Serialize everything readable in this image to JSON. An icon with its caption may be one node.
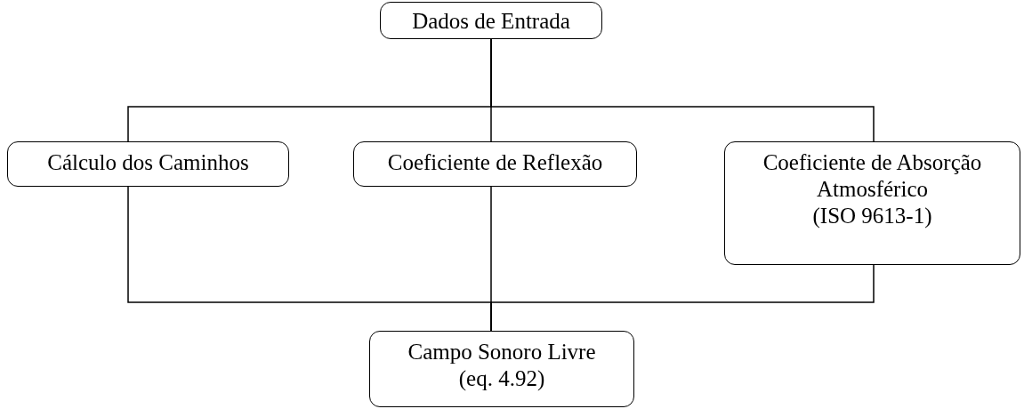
{
  "diagram": {
    "nodes": [
      {
        "text": [
          "Dados de Entrada"
        ]
      },
      {
        "text": [
          "Cálculo dos Caminhos"
        ]
      },
      {
        "text": [
          "Coeficiente de Reflexão"
        ]
      },
      {
        "text": [
          "Coeficiente de Absorção Atmosférico",
          "(ISO 9613-1)"
        ]
      },
      {
        "text": [
          "Campo Sonoro Livre",
          "(eq. 4.92)"
        ]
      }
    ],
    "edges": [
      {
        "from": 0,
        "to": 1,
        "arrow": "none"
      },
      {
        "from": 0,
        "to": 2,
        "arrow": "none"
      },
      {
        "from": 0,
        "to": 3,
        "arrow": "none"
      },
      {
        "from": 1,
        "to": 4,
        "arrow": "none"
      },
      {
        "from": 2,
        "to": 4,
        "arrow": "none"
      },
      {
        "from": 3,
        "to": 4,
        "arrow": "none"
      }
    ]
  }
}
